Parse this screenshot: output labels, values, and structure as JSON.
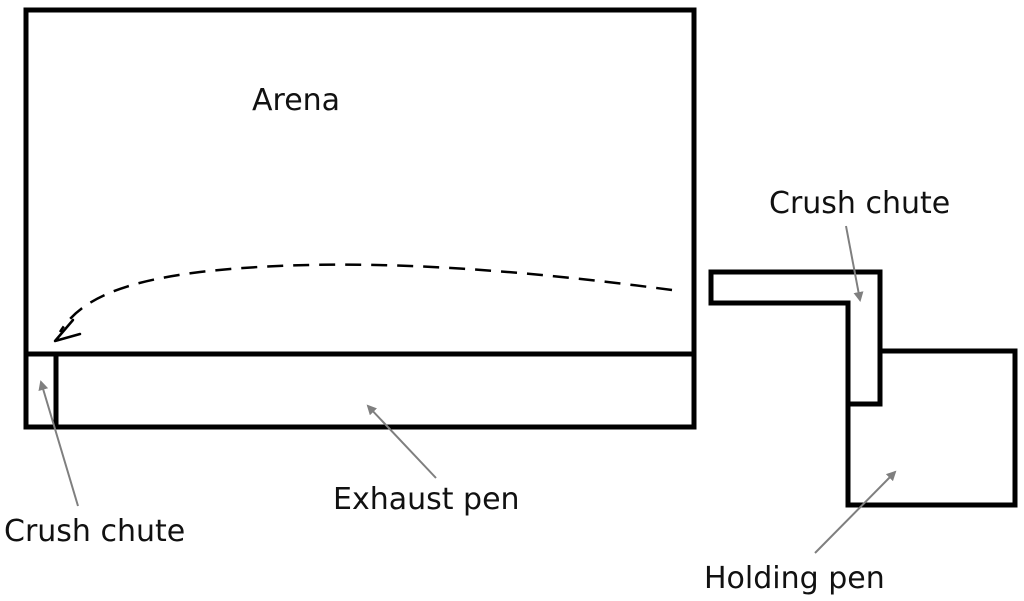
{
  "labels": {
    "arena": "Arena",
    "exhaust_pen": "Exhaust pen",
    "crush_chute_left": "Crush chute",
    "crush_chute_right": "Crush chute",
    "holding_pen": "Holding pen"
  },
  "colors": {
    "outline": "#000000",
    "pointer_arrow": "#7f7f7f",
    "path_arrow": "#000000",
    "text": "#111111"
  }
}
